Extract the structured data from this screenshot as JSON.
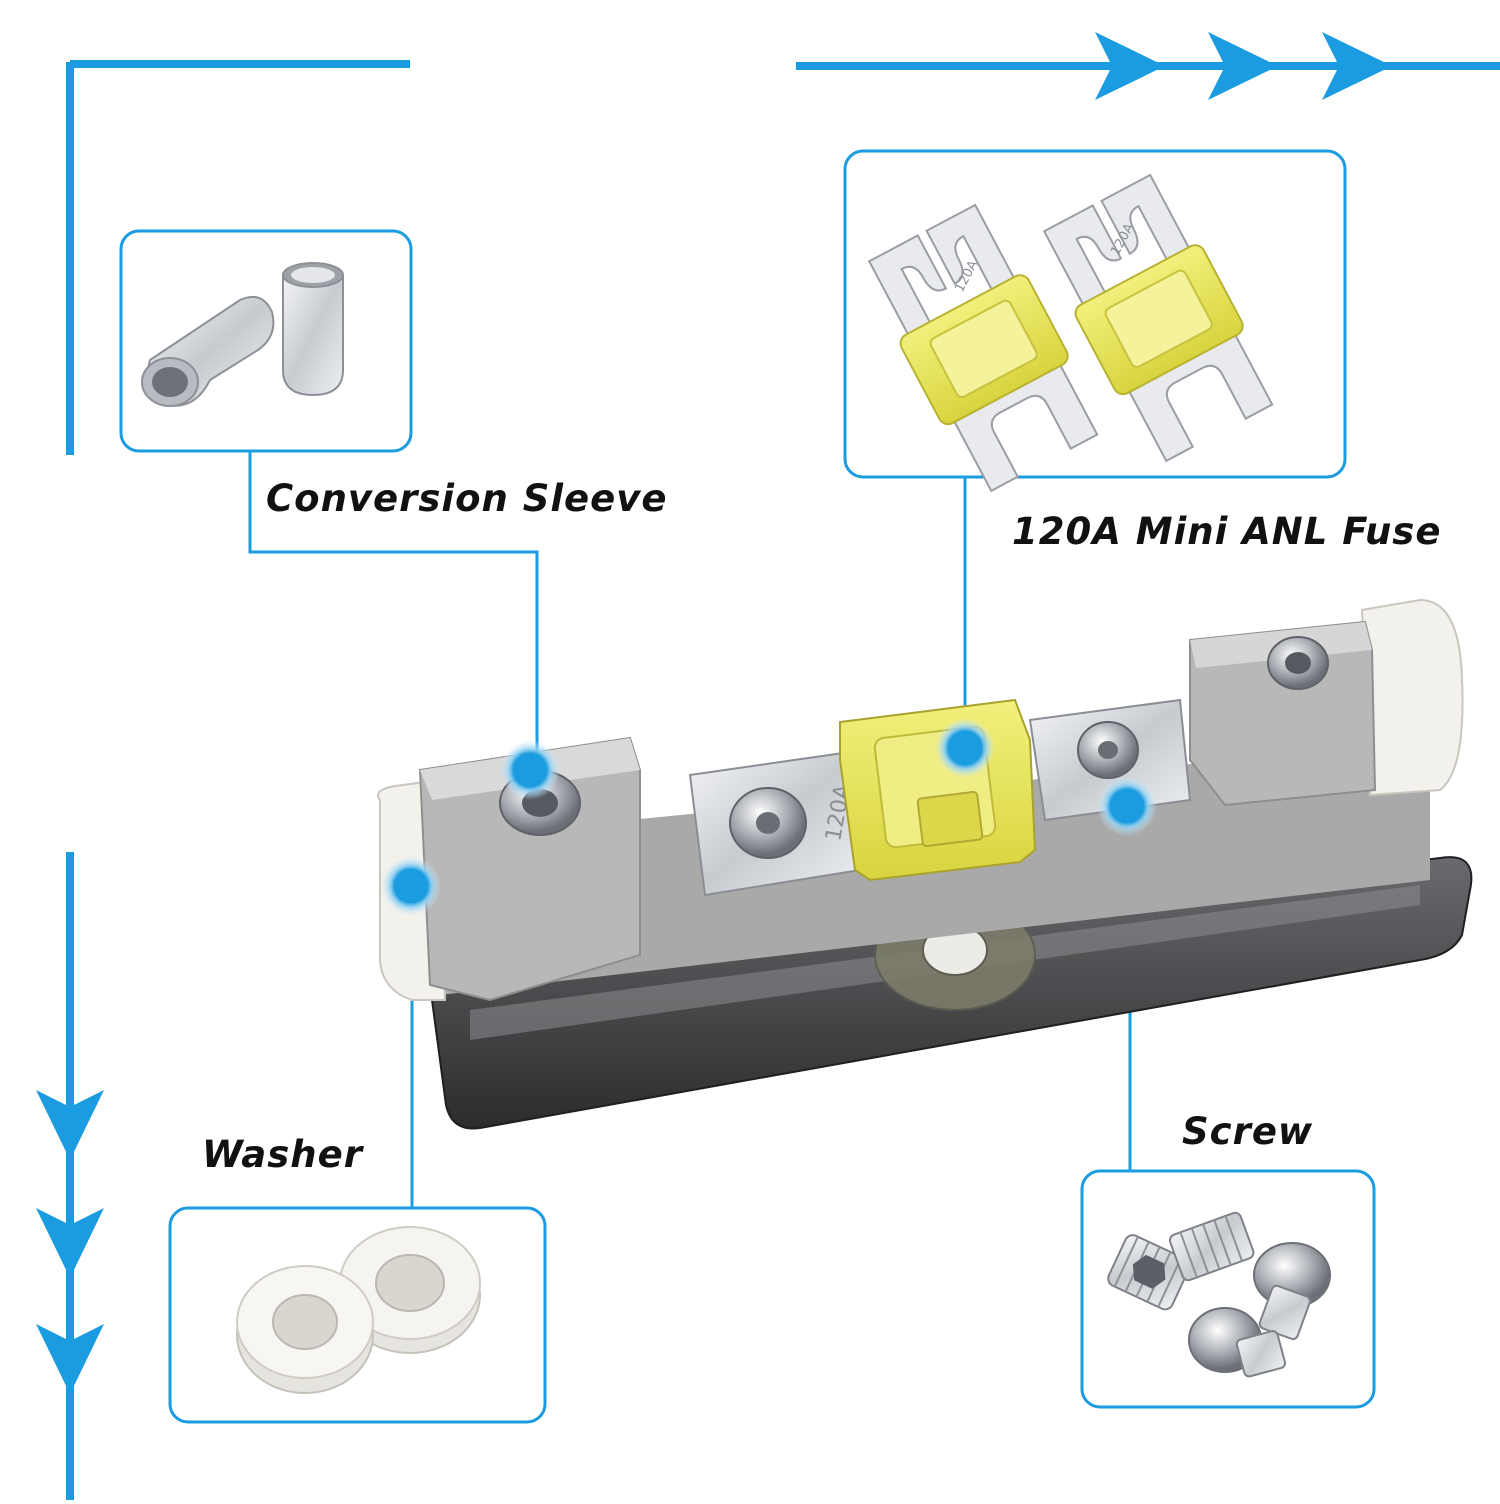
{
  "colors": {
    "accent": "#1b9be0",
    "box_border": "#1b9be0",
    "fuse_yellow": "#e6e45a",
    "silver": "#c9cdd2",
    "gray_block": "#bdbdbd",
    "white_plastic": "#f2f1ec",
    "dark_base": "#3a3a3c"
  },
  "labels": {
    "conversion_sleeve": "Conversion Sleeve",
    "fuse": "120A Mini ANL Fuse",
    "washer": "Washer",
    "screw": "Screw"
  },
  "fuse_rating_print": "120A",
  "icons": [
    "arrow-right-icon",
    "arrow-down-icon",
    "hotspot-marker-icon"
  ]
}
